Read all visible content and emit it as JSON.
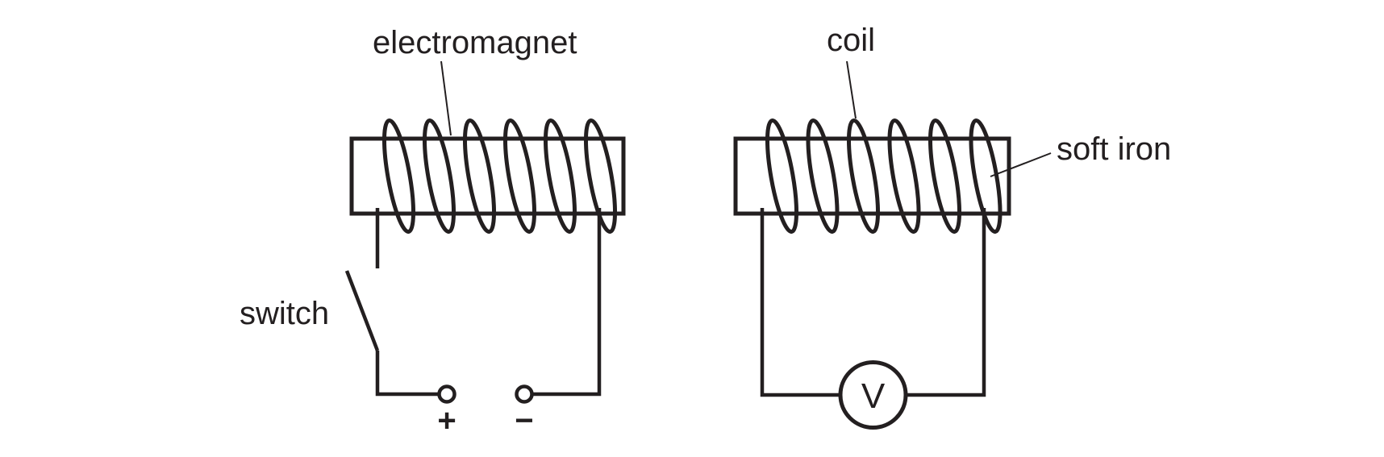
{
  "figure": {
    "background_color": "#ffffff",
    "line_color": "#231f20"
  },
  "left_circuit": {
    "electromagnet_label": "electromagnet",
    "switch_label": "switch",
    "positive_terminal": "+",
    "negative_terminal": "−",
    "coil_turns": 6,
    "switch_state": "open"
  },
  "right_circuit": {
    "coil_label": "coil",
    "soft_iron_label": "soft iron",
    "voltmeter_label": "V",
    "coil_turns": 6
  }
}
